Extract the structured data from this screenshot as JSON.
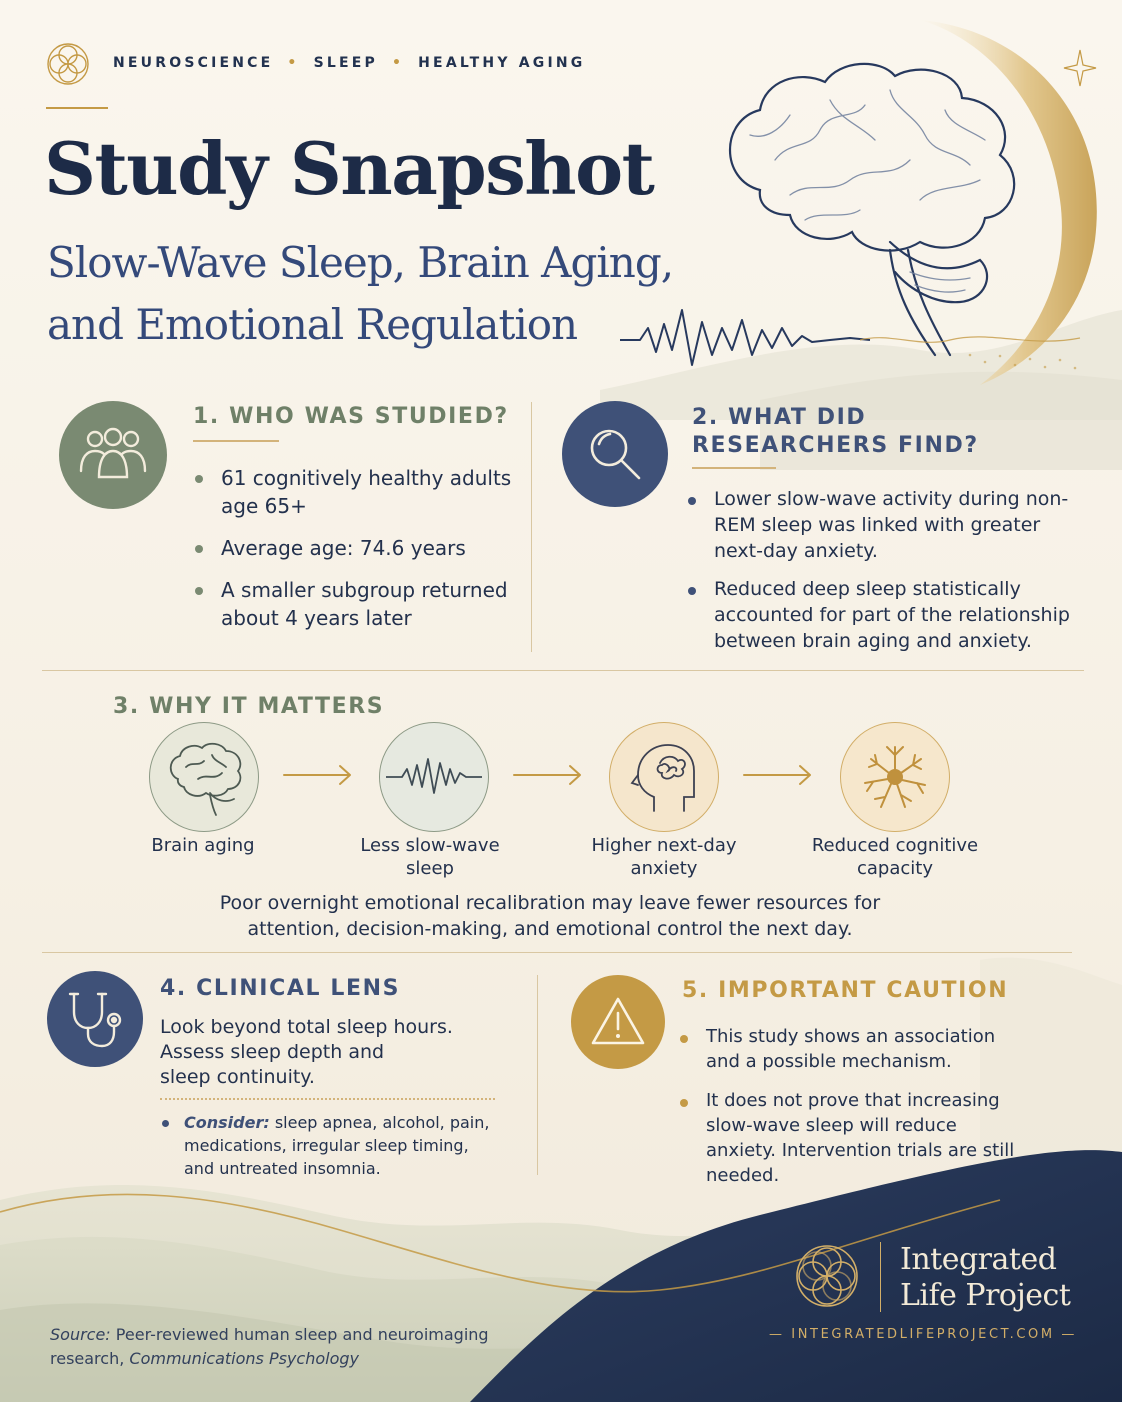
{
  "header": {
    "tags": [
      "NEUROSCIENCE",
      "SLEEP",
      "HEALTHY AGING"
    ],
    "title": "Study Snapshot",
    "subtitle_line1": "Slow-Wave Sleep, Brain Aging,",
    "subtitle_line2": "and Emotional Regulation"
  },
  "section1": {
    "heading": "1. WHO WAS STUDIED?",
    "icon": "people-group-icon",
    "items": [
      "61 cognitively healthy adults age 65+",
      "Average age: 74.6 years",
      "A smaller subgroup returned about 4 years later"
    ]
  },
  "section2": {
    "heading_line1": "2. WHAT DID",
    "heading_line2": "RESEARCHERS FIND?",
    "icon": "magnifier-icon",
    "items": [
      "Lower slow-wave activity during non-REM sleep was linked with greater next-day anxiety.",
      "Reduced deep sleep statistically accounted for part of the relationship between brain aging and anxiety."
    ]
  },
  "section3": {
    "heading": "3. WHY IT MATTERS",
    "steps": [
      {
        "label_line1": "Brain aging",
        "label_line2": "",
        "icon": "brain-icon"
      },
      {
        "label_line1": "Less slow-wave",
        "label_line2": "sleep",
        "icon": "brain-wave-icon"
      },
      {
        "label_line1": "Higher next-day",
        "label_line2": "anxiety",
        "icon": "anxious-head-icon"
      },
      {
        "label_line1": "Reduced cognitive",
        "label_line2": "capacity",
        "icon": "neuron-icon"
      }
    ],
    "summary_line1": "Poor overnight emotional recalibration may leave fewer resources for",
    "summary_line2": "attention, decision-making, and emotional control the next day."
  },
  "section4": {
    "heading": "4. CLINICAL LENS",
    "icon": "stethoscope-icon",
    "body_line1": "Look beyond total sleep hours.",
    "body_line2": "Assess sleep depth and",
    "body_line3": "sleep continuity.",
    "consider_label": "Consider:",
    "consider_text": "sleep apnea, alcohol, pain, medications, irregular sleep timing, and untreated insomnia."
  },
  "section5": {
    "heading": "5. IMPORTANT CAUTION",
    "icon": "warning-icon",
    "items": [
      "This study shows an association and a possible mechanism.",
      "It does not prove that increasing slow-wave sleep will reduce anxiety. Intervention trials are still needed."
    ]
  },
  "footer": {
    "source_label": "Source:",
    "source_text": "Peer-reviewed human sleep and neuroimaging research,",
    "source_journal": "Communications Psychology",
    "brand_line1": "Integrated",
    "brand_line2": "Life Project",
    "url": "— INTEGRATEDLIFEPROJECT.COM —"
  },
  "colors": {
    "navy": "#22324f",
    "gold": "#c49a45",
    "sage": "#7a8a72",
    "slate_blue": "#3f5178",
    "cream": "#f7f2e8"
  }
}
